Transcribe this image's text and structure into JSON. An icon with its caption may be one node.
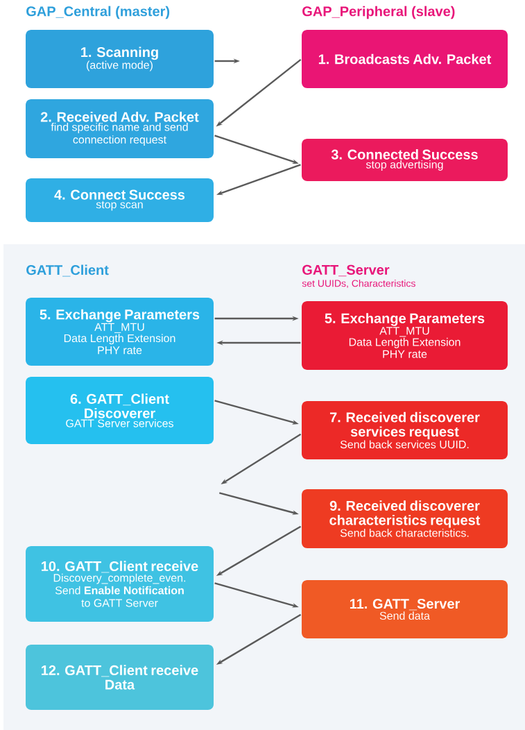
{
  "diagram": {
    "nodes": [
      {
        "text": [
          "1. Scanning",
          "(active mode)"
        ]
      },
      {
        "text": [
          "1. Broadcasts Adv. Packet"
        ]
      },
      {
        "text": [
          "2. Received Adv. Packet",
          "find specific name and send connection request"
        ]
      },
      {
        "text": [
          "3. Connected Success",
          "stop advertising"
        ]
      },
      {
        "text": [
          "4. Connect Success",
          "stop scan"
        ]
      },
      {
        "text": [
          "5. Exchange Parameters",
          "ATT_MTU",
          "Data Length Extension",
          "PHY rate"
        ]
      },
      {
        "text": [
          "5. Exchange Parameters",
          "ATT_MTU",
          "Data Length Extension",
          "PHY rate"
        ]
      },
      {
        "text": [
          "6. GATT_Client Discoverer",
          "GATT Server services"
        ]
      },
      {
        "text": [
          "7. Received discoverer services request",
          "Send back services UUID."
        ]
      },
      {
        "text": [
          "9. Received discoverer characteristics request",
          "Send back characteristics."
        ]
      },
      {
        "text": [
          "10. GATT_Client receive",
          "Discovery_complete_even. Send **Enable Notification** to GATT Server"
        ]
      },
      {
        "text": [
          "11. GATT_Server",
          "Send data"
        ]
      },
      {
        "text": [
          "12. GATT_Client receive Data"
        ]
      }
    ],
    "edges": [
      {
        "from": 0,
        "to": null,
        "arrow": "to"
      },
      {
        "from": 1,
        "to": 2,
        "arrow": "to"
      },
      {
        "from": 2,
        "to": 3,
        "arrow": "to"
      },
      {
        "from": 3,
        "to": 4,
        "arrow": "to"
      },
      {
        "from": 5,
        "to": 6,
        "arrow": "to"
      },
      {
        "from": 6,
        "to": 5,
        "arrow": "to"
      },
      {
        "from": 7,
        "to": 8,
        "arrow": "to"
      },
      {
        "from": 8,
        "to": null,
        "arrow": "to"
      },
      {
        "from": null,
        "to": 9,
        "arrow": "to"
      },
      {
        "from": 9,
        "to": 10,
        "arrow": "to"
      },
      {
        "from": 10,
        "to": 11,
        "arrow": "to"
      },
      {
        "from": 11,
        "to": 12,
        "arrow": "to"
      }
    ],
    "labels": [
      "GAP_Central (master)",
      "GAP_Peripheral (slave)",
      "GATT_Client",
      "GATT_Server",
      "set UUIDs, Characteristics"
    ]
  }
}
